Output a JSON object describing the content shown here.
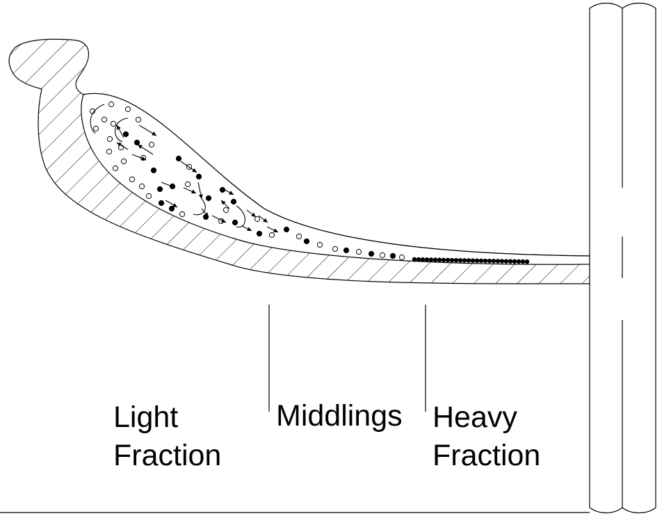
{
  "labels": {
    "light": [
      "Light",
      "Fraction"
    ],
    "middlings": "Middlings",
    "heavy": [
      "Heavy",
      "Fraction"
    ]
  },
  "colors": {
    "ink": "#000000",
    "paper": "#ffffff"
  }
}
